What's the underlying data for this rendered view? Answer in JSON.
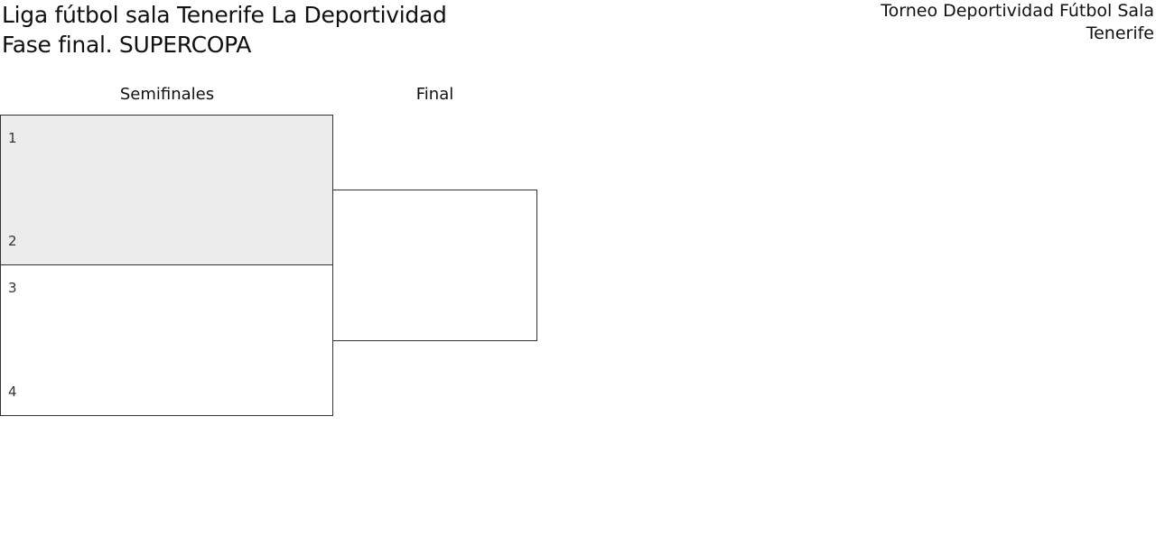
{
  "page": {
    "title_line1": "Liga fútbol sala Tenerife La Deportividad",
    "title_line2": "Fase final. SUPERCOPA",
    "org_line1": "Torneo Deportividad Fútbol Sala",
    "org_line2": "Tenerife"
  },
  "bracket": {
    "rounds": [
      {
        "label": "Semifinales"
      },
      {
        "label": "Final"
      }
    ],
    "semifinals": [
      {
        "highlighted": true,
        "slots": [
          {
            "seed": "1",
            "team": ""
          },
          {
            "seed": "2",
            "team": ""
          }
        ]
      },
      {
        "highlighted": false,
        "slots": [
          {
            "seed": "3",
            "team": ""
          },
          {
            "seed": "4",
            "team": ""
          }
        ]
      }
    ],
    "final": {
      "slots": [
        {
          "seed": "",
          "team": ""
        },
        {
          "seed": "",
          "team": ""
        }
      ]
    },
    "colors": {
      "highlight_bg": "#ececec",
      "border": "#333333",
      "text": "#111111",
      "seed_text": "#333333"
    }
  }
}
